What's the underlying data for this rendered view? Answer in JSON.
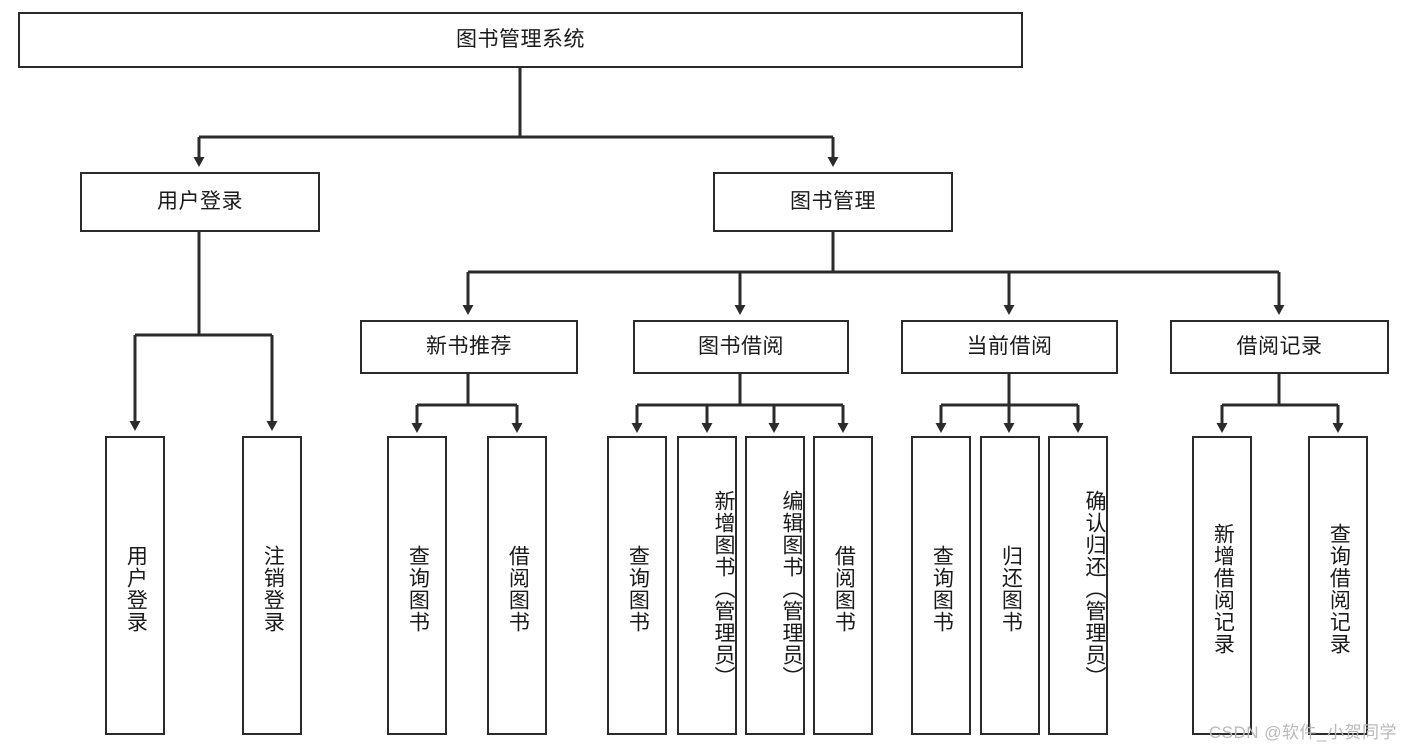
{
  "diagram": {
    "title": "图书管理系统",
    "watermark": "CSDN @软件_小贺同学",
    "line_color": "#2b2b2b",
    "box_border_color": "#2b2b2b",
    "box_fill_color": "#ffffff",
    "text_color": "#1a1a1a",
    "watermark_color": "#b9b9b9"
  },
  "nodes": {
    "root": {
      "label": "图书管理系统"
    },
    "level2": [
      {
        "label": "用户登录"
      },
      {
        "label": "图书管理"
      }
    ],
    "level3": [
      {
        "label": "新书推荐"
      },
      {
        "label": "图书借阅"
      },
      {
        "label": "当前借阅"
      },
      {
        "label": "借阅记录"
      }
    ],
    "leaves": {
      "user_login": [
        {
          "label": "用户登录"
        },
        {
          "label": "注销登录"
        }
      ],
      "new_book_recommend": [
        {
          "label": "查询图书"
        },
        {
          "label": "借阅图书"
        }
      ],
      "book_borrow": [
        {
          "label": "查询图书"
        },
        {
          "label": "新增图书（管理员）"
        },
        {
          "label": "编辑图书（管理员）"
        },
        {
          "label": "借阅图书"
        }
      ],
      "current_borrow": [
        {
          "label": "查询图书"
        },
        {
          "label": "归还图书"
        },
        {
          "label": "确认归还（管理员）"
        }
      ],
      "borrow_record": [
        {
          "label": "新增借阅记录"
        },
        {
          "label": "查询借阅记录"
        }
      ]
    }
  }
}
